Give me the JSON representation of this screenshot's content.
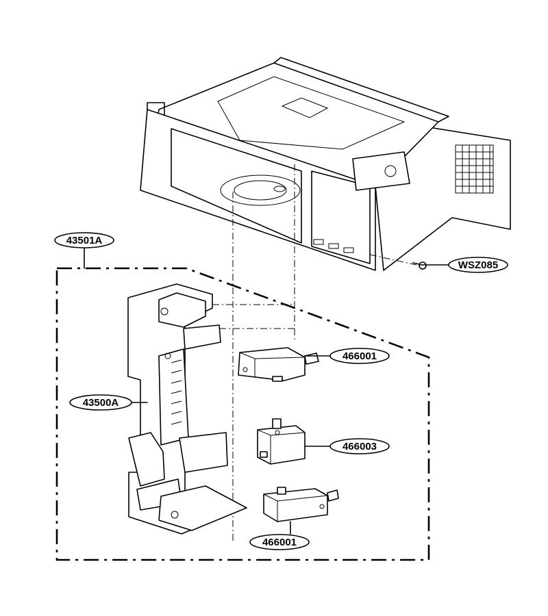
{
  "labels": {
    "assembly": "43501A",
    "latch_board": "43500A",
    "screw": "WSZ085",
    "switch_top": "466001",
    "switch_mid": "466003",
    "switch_bottom": "466001"
  },
  "colors": {
    "line": "#000000",
    "background": "#ffffff"
  }
}
